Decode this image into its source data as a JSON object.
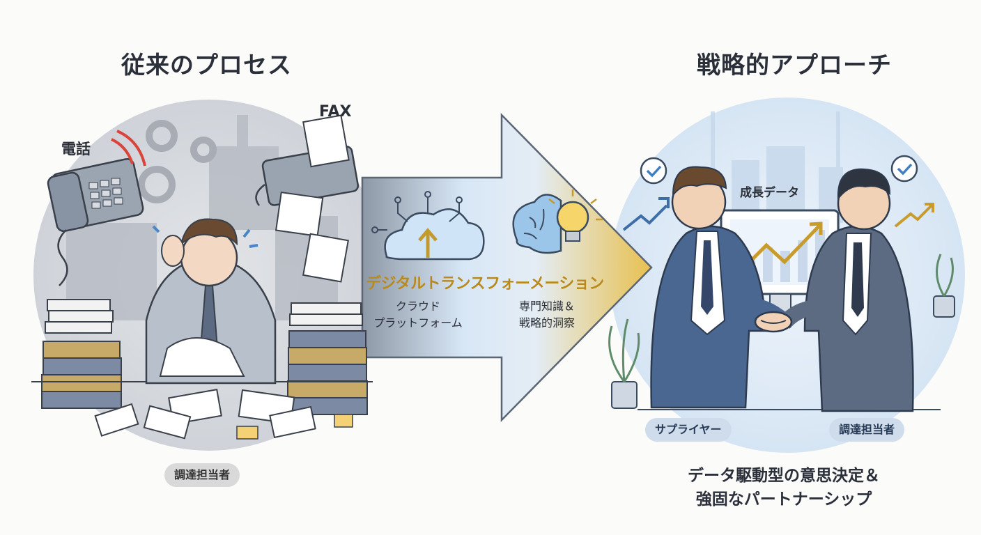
{
  "left": {
    "title": "従来のプロセス",
    "phone_label": "電話",
    "fax_label": "FAX",
    "person_label": "調達担当者"
  },
  "center": {
    "transformation_title": "デジタルトランスフォーメーション",
    "cloud_label_line1": "クラウド",
    "cloud_label_line2": "プラットフォーム",
    "expertise_line1": "専門知識＆",
    "expertise_line2": "戦略的洞察"
  },
  "right": {
    "title": "戦略的アプローチ",
    "monitor_label": "成長データ",
    "supplier_label": "サプライヤー",
    "buyer_label": "調達担当者",
    "conclusion_line1": "データ駆動型の意思決定＆",
    "conclusion_line2": "強固なパートナーシップ"
  },
  "colors": {
    "arrow_grey": "#8a97a6",
    "arrow_blue": "#d6e6f6",
    "arrow_gold": "#e6c45c",
    "title_gold": "#b88a1e",
    "suit_blue": "#4a6792",
    "suit_grey": "#5d6b82",
    "alert_red": "#d9453a"
  },
  "icons": [
    "phone-icon",
    "fax-icon",
    "gear-icon",
    "cloud-upload-icon",
    "brain-icon",
    "lightbulb-icon",
    "checkmark-bubble-icon",
    "trend-arrow-icon",
    "handshake-icon",
    "plant-icon"
  ]
}
